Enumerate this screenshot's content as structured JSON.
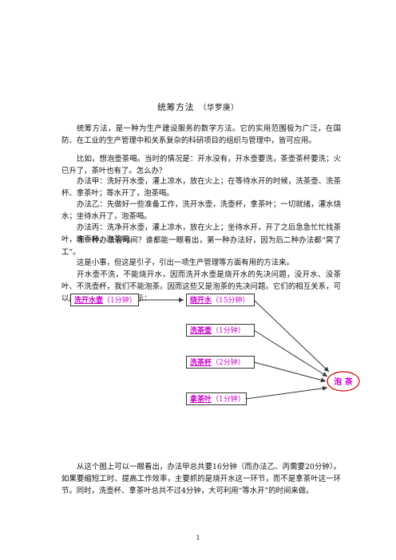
{
  "title": "统筹方法",
  "author": "（华罗庚）",
  "paragraphs": [
    "统筹方法，是一种为生产建设服务的数学方法。它的实用范围极为广泛，在国防、在工业的生产管理中和关系复杂的科研项目的组织与管理中，皆可应用。",
    "比如，想泡壶茶喝。当时的情况是：开水没有，开水壶要洗，茶壶茶杯要洗；火已升了，茶叶也有了。怎么办？",
    "办法甲：洗好开水壶，灌上凉水，放在火上；在等待水开的时候，洗茶壶、洗茶杯、拿茶叶；等水开了，泡茶喝。",
    "办法乙：先做好一些准备工作，洗开水壶，洗壶杯，拿茶叶；一切就绪，灌水烧水；坐待水开了，泡茶喝。",
    "办法丙：洗净开水壶，灌上凉水，放在火上；坐待水开，开了之后急急忙忙找茶叶，洗壶杯，泡茶喝。",
    "哪一种办法省时间？谁都能一眼看出，第一种办法好，因为后二种办法都“窝了工”。",
    "这是小事，但这是引子，引出一项生产管理等方面有用的方法来。",
    "开水壶不洗，不能烧开水，因而洗开水壶是烧开水的先决问题，没开水、没茶叶、不洗壶杯，我们不能泡茶。因而这些又是泡茶的先决问题。它们的相互关系，可以用以下的箭头图来表示："
  ],
  "diagram": {
    "wash_kettle": {
      "name": "洗开水壶",
      "time": "（1分钟）"
    },
    "boil_water": {
      "name": "烧开水",
      "time": "（15分钟）"
    },
    "wash_teapot": {
      "name": "洗茶壶",
      "time": "（1分钟）"
    },
    "wash_cups": {
      "name": "洗茶杯",
      "time": "（2分钟）"
    },
    "get_tea": {
      "name": "拿茶叶",
      "time": "（1分钟）"
    },
    "make_tea": "泡 茶"
  },
  "after_paragraph": "从这个图上可以一眼看出，办法甲总共要16分钟（而办法乙、丙需要20分钟）。如果要缩短工时、提高工作效率，主要抓的是烧开水这一环节，而不是拿茶叶这一环节。同时，洗壶杯、拿茶叶总共不过4分钟，大可利用“等水开”的时间来做。",
  "page_number": "1",
  "colors": {
    "highlight": "#cc00cc",
    "ellipse_border": "#cc0000"
  }
}
